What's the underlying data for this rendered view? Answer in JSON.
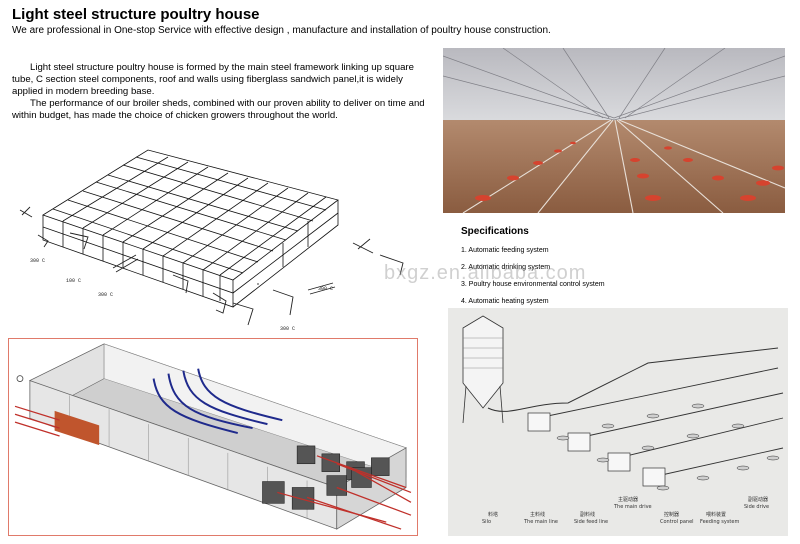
{
  "header": {
    "title": "Light steel structure poultry house",
    "subtitle": "We are professional in One-stop Service with effective design , manufacture and installation of poultry house construction."
  },
  "intro": {
    "para1": "Light steel structure poultry house is formed by the main steel framework linking up square tube, C section steel components, roof and walls using fiberglass sandwich panel,it is widely applied in modern breeding base.",
    "para2": "The performance of our broiler sheds, combined with our proven ability to deliver on time and within budget, has made the choice of chicken growers throughout the world."
  },
  "diagram_labels": {
    "l1": "300 C",
    "l2": "100 C",
    "l3": "300 C",
    "l4": "300 C",
    "l5": "300 C"
  },
  "specs": {
    "heading": "Specifications",
    "items": [
      "1. Automatic feeding system",
      "2. Automatic drinking system",
      "3. Poultry house environmental control system",
      "4. Automatic heating system"
    ]
  },
  "watermark": "bxgz.en.alibaba.com",
  "feeder_labels": {
    "c1": "料塔",
    "e1": "Silo",
    "c2": "主料线",
    "e2": "The main line",
    "c3": "副料线",
    "e3": "Side feed line",
    "c4": "主驱动器",
    "e4": "The main drive",
    "c5": "控制器",
    "e5": "Control panel",
    "c6": "喂料装置",
    "e6": "Feeding system",
    "c7": "副驱动器",
    "e7": "Side drive"
  },
  "colors": {
    "roof": "#c9c9c9",
    "wall": "#eaeaea",
    "airflow": "#1f2a8c",
    "outflow": "#c0302a",
    "soil": "#9a6a4a"
  }
}
